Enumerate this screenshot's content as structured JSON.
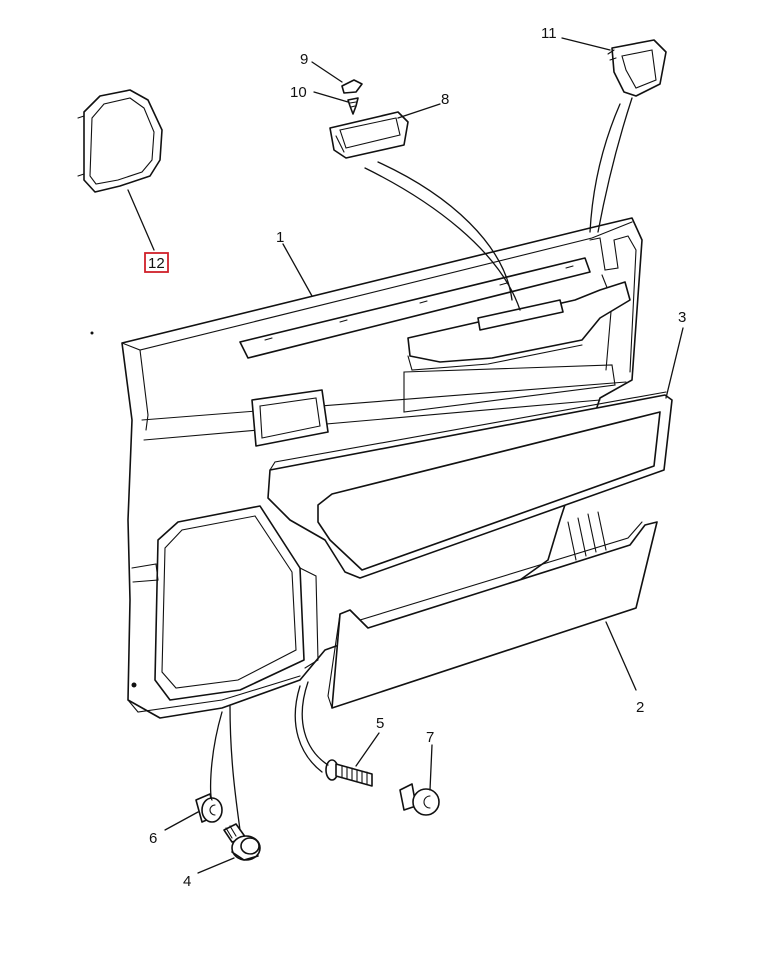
{
  "diagram": {
    "callouts": [
      {
        "id": "1",
        "label": "1"
      },
      {
        "id": "2",
        "label": "2"
      },
      {
        "id": "3",
        "label": "3"
      },
      {
        "id": "4",
        "label": "4"
      },
      {
        "id": "5",
        "label": "5"
      },
      {
        "id": "6",
        "label": "6"
      },
      {
        "id": "7",
        "label": "7"
      },
      {
        "id": "8",
        "label": "8"
      },
      {
        "id": "9",
        "label": "9"
      },
      {
        "id": "10",
        "label": "10"
      },
      {
        "id": "11",
        "label": "11"
      },
      {
        "id": "12",
        "label": "12"
      }
    ],
    "highlighted_callout": "12",
    "highlight_color": "#d0202a",
    "line_color": "#111111"
  }
}
